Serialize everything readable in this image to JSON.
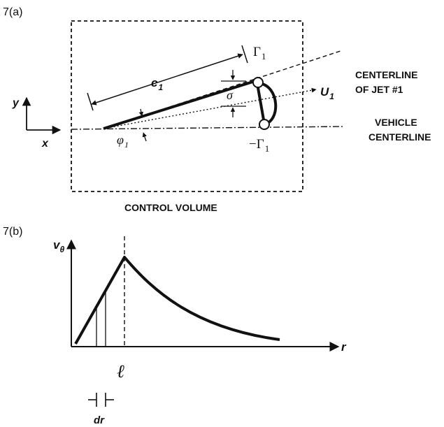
{
  "panel_a": {
    "label": "7(a)",
    "axis_y": "y",
    "axis_x": "x",
    "chord_label": "c",
    "chord_sub": "1",
    "angle_label": "φ",
    "angle_sub": "1",
    "sigma_label": "σ",
    "gamma_top": "Γ",
    "gamma_top_sub": "1",
    "gamma_bottom": "−Γ",
    "gamma_bottom_sub": "1",
    "velocity_label": "U",
    "velocity_sub": "1",
    "jet_centerline_line1": "CENTERLINE",
    "jet_centerline_line2": "OF JET #1",
    "vehicle_centerline_line1": "VEHICLE",
    "vehicle_centerline_line2": "CENTERLINE",
    "control_volume": "CONTROL VOLUME"
  },
  "panel_b": {
    "label": "7(b)",
    "y_axis_label": "v",
    "y_axis_sub": "θ",
    "x_axis_label": "r",
    "core_label": "ℓ",
    "dr_label": "dr"
  },
  "colors": {
    "ink": "#111111",
    "background": "#ffffff"
  }
}
